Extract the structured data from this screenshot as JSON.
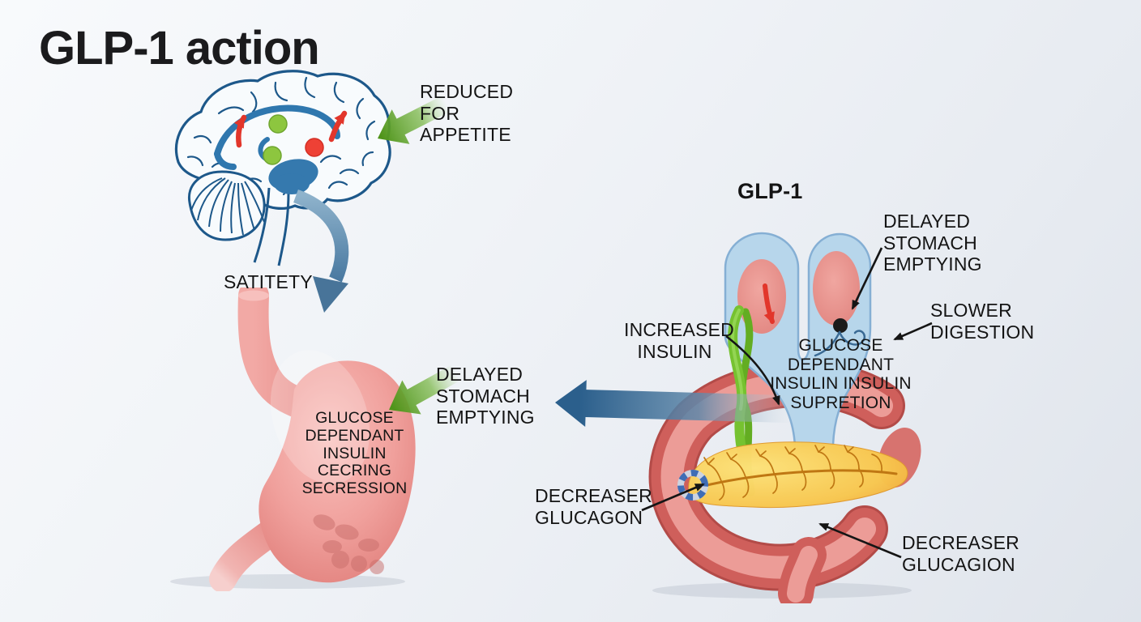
{
  "title": "GLP-1 action",
  "labels": {
    "reduced_appetite": "REDUCED\nFOR\nAPPETITE",
    "satiety": "SATITETY",
    "delayed_stomach_left": "DELAYED\nSTOMACH\nEMPTYING",
    "stomach_overlay": "GLUCOSE\nDEPENDANT\nINSULIN\nCECRING\nSECRESSION",
    "glp1_heading": "GLP-1",
    "delayed_stomach_right": "DELAYED\nSTOMACH\nEMPTYING",
    "slower_digestion": "SLOWER\nDIGESTION",
    "increased_insulin": "INCREASED\nINSULIN",
    "glucose_dependant_right": "GLUCOSE DEPENDANT\nINSULIN INSULIN\nSUPRETION",
    "decreaser_glucagon": "DECREASER\nGLUCAGON",
    "decreaser_glucagion": "DECREASER\nGLUCAGION"
  },
  "colors": {
    "background_start": "#f8fafc",
    "background_end": "#dfe4eb",
    "text": "#141414",
    "brain_outline_blue": "#1d588a",
    "brain_inner_blue": "#2f77ae",
    "hypothalamus_blue": "#3579ae",
    "dot_green": "#8dc63f",
    "dot_red": "#ee4135",
    "arrow_red": "#e2362b",
    "arrow_green": "#55981f",
    "arrow_steel_blue": "#2b5f8c",
    "stomach_pink": "#ef9e9a",
    "intestine_red": "#cb5753",
    "intestine_inner": "#ec9c97",
    "tube_blue": "#b7d6eb",
    "vessel_green": "#76c230",
    "pancreas_yellow": "#f6c14a",
    "pancreas_duct_orange": "#bf7713",
    "ring_blue": "#3f6db5"
  }
}
